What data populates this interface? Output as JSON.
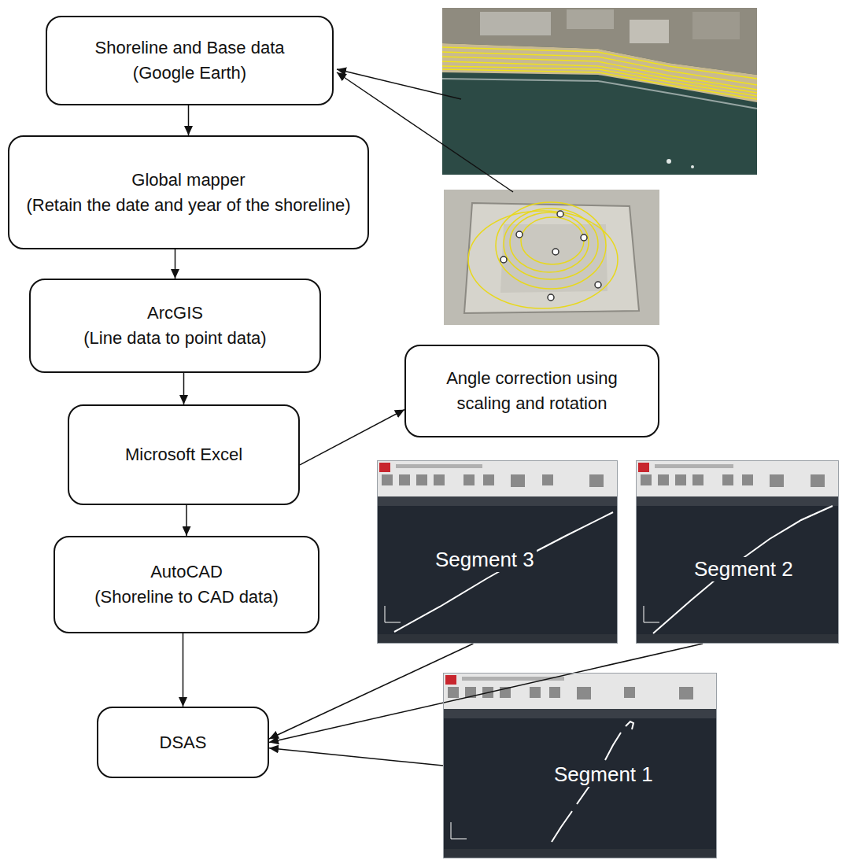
{
  "diagram": {
    "nodes": [
      {
        "text": [
          "Shoreline and Base data",
          "(Google Earth)"
        ]
      },
      {
        "text": [
          "Global mapper",
          "(Retain the date and year of the shoreline)"
        ]
      },
      {
        "text": [
          "ArcGIS",
          "(Line data to point data)"
        ]
      },
      {
        "text": [
          "Microsoft Excel"
        ]
      },
      {
        "text": [
          "Angle correction using scaling and rotation"
        ]
      },
      {
        "text": [
          "AutoCAD",
          "(Shoreline to CAD data)"
        ]
      },
      {
        "text": [
          "DSAS"
        ]
      },
      {
        "text": [
          "Segment 3"
        ]
      },
      {
        "text": [
          "Segment 2"
        ]
      },
      {
        "text": [
          "Segment 1"
        ]
      }
    ],
    "edges": [
      {
        "from": 0,
        "to": 1,
        "arrow": "to"
      },
      {
        "from": 1,
        "to": 2,
        "arrow": "to"
      },
      {
        "from": 2,
        "to": 3,
        "arrow": "to"
      },
      {
        "from": 3,
        "to": 4,
        "arrow": "to"
      },
      {
        "from": 3,
        "to": 5,
        "arrow": "to"
      },
      {
        "from": 5,
        "to": 6,
        "arrow": "to"
      },
      {
        "from": 7,
        "to": 6,
        "arrow": "to"
      },
      {
        "from": 8,
        "to": 6,
        "arrow": "to"
      },
      {
        "from": 9,
        "to": 6,
        "arrow": "to"
      }
    ]
  }
}
